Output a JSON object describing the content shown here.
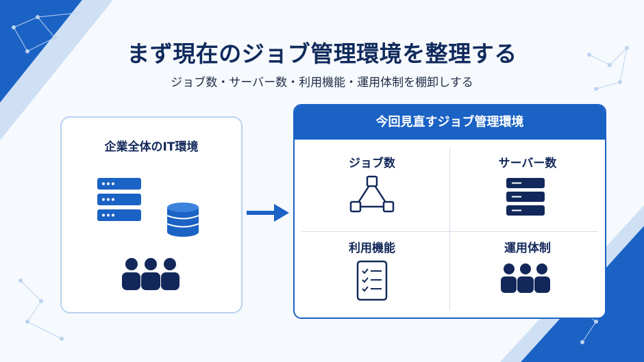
{
  "title": "まず現在のジョブ管理環境を整理する",
  "subtitle": "ジョブ数・サーバー数・利用機能・運用体制を棚卸しする",
  "left_panel": {
    "heading": "企業全体のIT環境",
    "icons": [
      "server-stack-icon",
      "database-icon",
      "people-group-icon"
    ]
  },
  "flow_arrow": "arrow-right-icon",
  "right_panel": {
    "heading": "今回見直すジョブ管理環境",
    "cells": [
      {
        "label": "ジョブ数",
        "icon": "network-triangle-icon"
      },
      {
        "label": "サーバー数",
        "icon": "server-stack-icon"
      },
      {
        "label": "利用機能",
        "icon": "checklist-icon"
      },
      {
        "label": "運用体制",
        "icon": "people-group-icon"
      }
    ]
  },
  "colors": {
    "primary_blue": "#1b62c5",
    "navy": "#13285a",
    "light_border": "#b9d2ef",
    "background": "#f6f9fd"
  }
}
